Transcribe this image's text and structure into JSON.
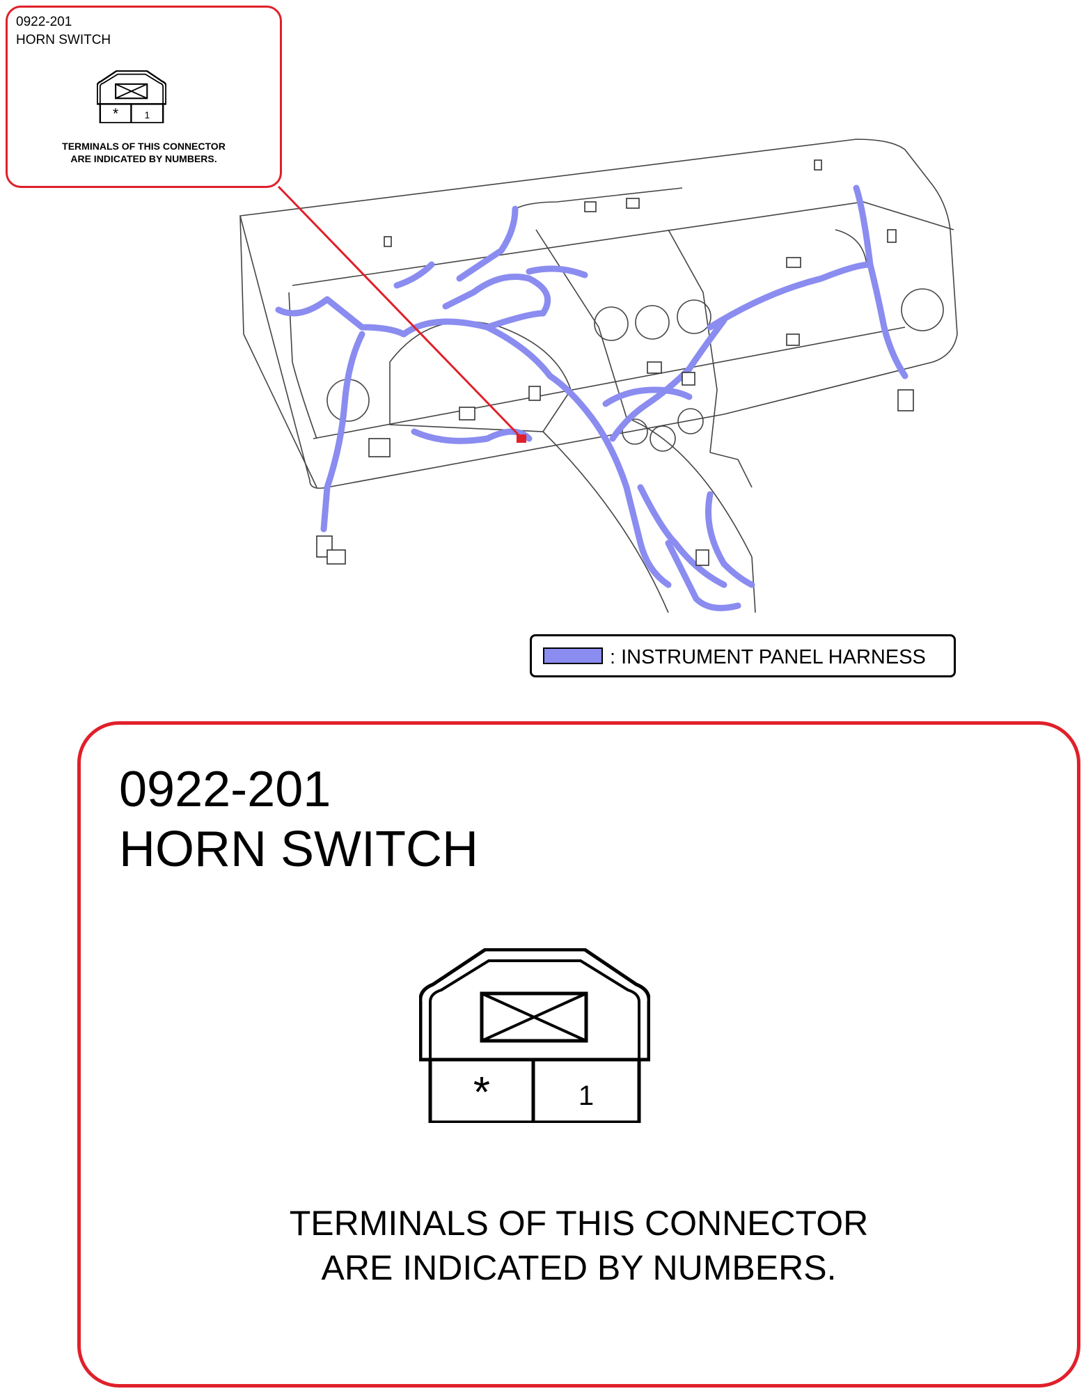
{
  "connector": {
    "code": "0922-201",
    "name": "HORN SWITCH",
    "terminals": [
      "*",
      "1"
    ],
    "note_line1": "TERMINALS OF THIS CONNECTOR",
    "note_line2": "ARE INDICATED BY NUMBERS."
  },
  "legend": {
    "label": ": INSTRUMENT PANEL HARNESS",
    "harness_color": "#8a8cf0"
  },
  "colors": {
    "callout_border": "#e0202a",
    "leader_line": "#e0202a",
    "harness": "#8a8cf0"
  }
}
